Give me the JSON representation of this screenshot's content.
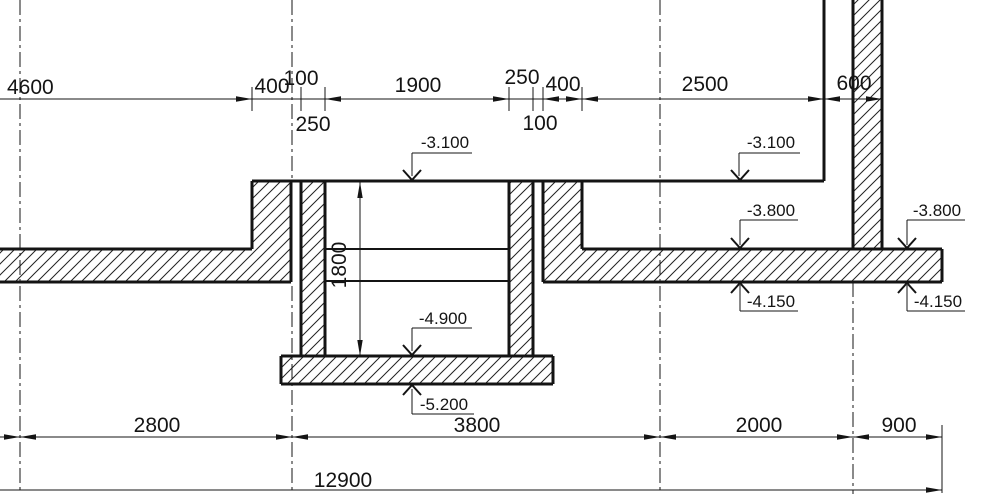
{
  "drawing": {
    "type": "construction-section-elevation-pit-detail",
    "units": "mm",
    "dims_top": {
      "overall_left": "4600",
      "pier_left": "400",
      "joint_left": "100",
      "pit_wall_left": "250",
      "pit_width": "1900",
      "pit_wall_right": "250",
      "joint_right": "100",
      "pier_right": "400",
      "room_span": "2500",
      "outer_wall": "600"
    },
    "dims_bottom": {
      "span_1": "2800",
      "span_2": "3800",
      "span_3": "2000",
      "span_4": "900",
      "overall": "12900"
    },
    "dims_vertical": {
      "pit_depth": "1800"
    },
    "elevations": {
      "pit_top_center": "-3.100",
      "floor_top_right": "-3.100",
      "slab_top_mid": "-3.800",
      "slab_bottom_mid": "-4.150",
      "slab_top_far_right": "-3.800",
      "slab_bottom_far_right": "-4.150",
      "pit_floor": "-4.900",
      "pit_base_bottom": "-5.200"
    },
    "colors": {
      "line": "#141414",
      "background": "#ffffff"
    }
  }
}
